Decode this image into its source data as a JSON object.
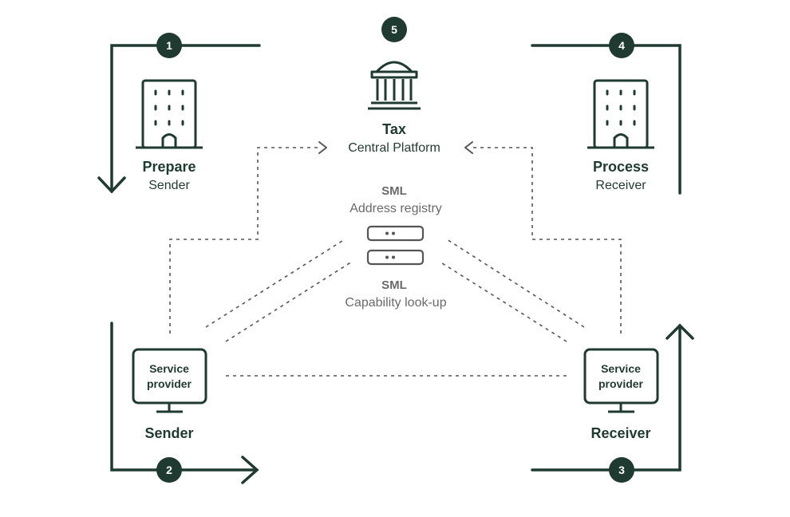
{
  "steps": {
    "s1": "1",
    "s2": "2",
    "s3": "3",
    "s4": "4",
    "s5": "5"
  },
  "tax": {
    "title": "Tax",
    "subtitle": "Central Platform"
  },
  "prepare": {
    "title": "Prepare",
    "subtitle": "Sender"
  },
  "process": {
    "title": "Process",
    "subtitle": "Receiver"
  },
  "sml_registry": {
    "title": "SML",
    "subtitle": "Address registry"
  },
  "sml_lookup": {
    "title": "SML",
    "subtitle": "Capability look-up"
  },
  "sender_sp": {
    "line1": "Service",
    "line2": "provider",
    "label": "Sender"
  },
  "receiver_sp": {
    "line1": "Service",
    "line2": "provider",
    "label": "Receiver"
  },
  "colors": {
    "dark_green": "#1f3a31",
    "grey_text": "#6a6a6a",
    "dashed_line": "#555555",
    "background": "#ffffff"
  },
  "icons": {
    "tax": "government-building-icon",
    "prepare": "office-building-icon",
    "process": "office-building-icon",
    "sml": "server-stack-icon",
    "sender": "monitor-icon",
    "receiver": "monitor-icon"
  }
}
